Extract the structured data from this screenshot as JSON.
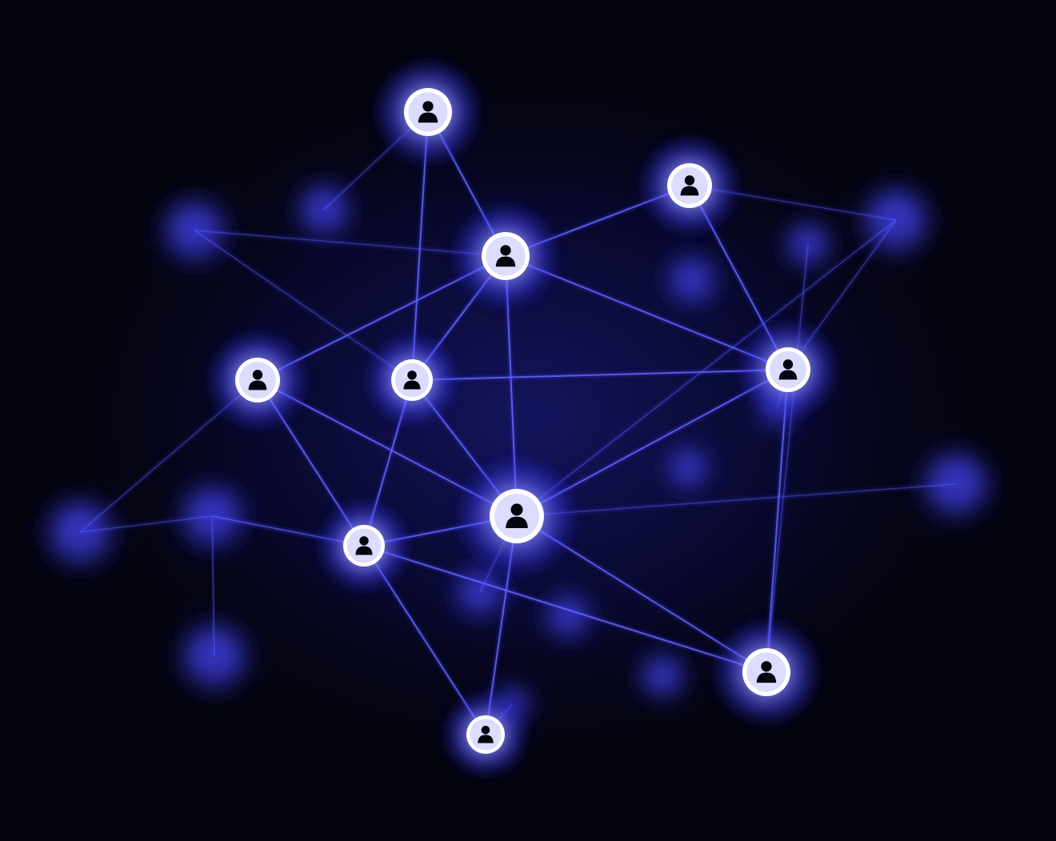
{
  "image": {
    "subject": "network-of-people",
    "colors": {
      "background": "#03030d",
      "glow": "#3b3bff",
      "line": "#6f6fff",
      "node_core": "#ffffff",
      "person": "#050510"
    }
  },
  "network": {
    "nodes": [
      {
        "id": "n1",
        "focus": "sharp"
      },
      {
        "id": "n2",
        "focus": "sharp"
      },
      {
        "id": "n3",
        "focus": "sharp"
      },
      {
        "id": "n4",
        "focus": "sharp"
      },
      {
        "id": "n5",
        "focus": "sharp"
      },
      {
        "id": "n6",
        "focus": "sharp"
      },
      {
        "id": "n7",
        "focus": "sharp"
      },
      {
        "id": "n8",
        "focus": "sharp"
      },
      {
        "id": "n9",
        "focus": "sharp"
      },
      {
        "id": "n10",
        "focus": "sharp"
      },
      {
        "id": "n11",
        "focus": "blurred"
      },
      {
        "id": "n12",
        "focus": "blurred"
      },
      {
        "id": "n13",
        "focus": "blurred"
      },
      {
        "id": "n14",
        "focus": "blurred"
      },
      {
        "id": "n15",
        "focus": "blurred"
      },
      {
        "id": "n16",
        "focus": "blurred"
      },
      {
        "id": "n17",
        "focus": "blurred"
      },
      {
        "id": "n18",
        "focus": "blurred"
      },
      {
        "id": "n19",
        "focus": "blurred"
      },
      {
        "id": "n20",
        "focus": "blurred"
      },
      {
        "id": "n21",
        "focus": "blurred"
      },
      {
        "id": "n22",
        "focus": "blurred"
      },
      {
        "id": "n23",
        "focus": "blurred"
      },
      {
        "id": "n24",
        "focus": "blurred"
      },
      {
        "id": "n25",
        "focus": "blurred"
      }
    ],
    "links": [
      [
        "n1",
        "n2"
      ],
      [
        "n1",
        "n4"
      ],
      [
        "n2",
        "n3"
      ],
      [
        "n2",
        "n4"
      ],
      [
        "n2",
        "n5"
      ],
      [
        "n2",
        "n6"
      ],
      [
        "n2",
        "n11"
      ],
      [
        "n3",
        "n8"
      ],
      [
        "n4",
        "n8"
      ],
      [
        "n4",
        "n6"
      ],
      [
        "n4",
        "n11"
      ],
      [
        "n5",
        "n6"
      ],
      [
        "n6",
        "n7"
      ],
      [
        "n6",
        "n8"
      ],
      [
        "n6",
        "n9"
      ],
      [
        "n6",
        "n10"
      ],
      [
        "n6",
        "n13"
      ],
      [
        "n7",
        "n10"
      ],
      [
        "n7",
        "n14"
      ],
      [
        "n5",
        "n15"
      ],
      [
        "n8",
        "n24"
      ],
      [
        "n8",
        "n12"
      ],
      [
        "n9",
        "n8"
      ],
      [
        "n10",
        "n25"
      ],
      [
        "n4",
        "n7"
      ],
      [
        "n2",
        "n8"
      ],
      [
        "n5",
        "n7"
      ],
      [
        "n14",
        "n16"
      ],
      [
        "n7",
        "n9"
      ],
      [
        "n6",
        "n12"
      ],
      [
        "n3",
        "n12"
      ],
      [
        "n1",
        "n19"
      ],
      [
        "n15",
        "n14"
      ],
      [
        "n14",
        "n7"
      ],
      [
        "n6",
        "n22"
      ],
      [
        "n9",
        "n23"
      ]
    ]
  }
}
